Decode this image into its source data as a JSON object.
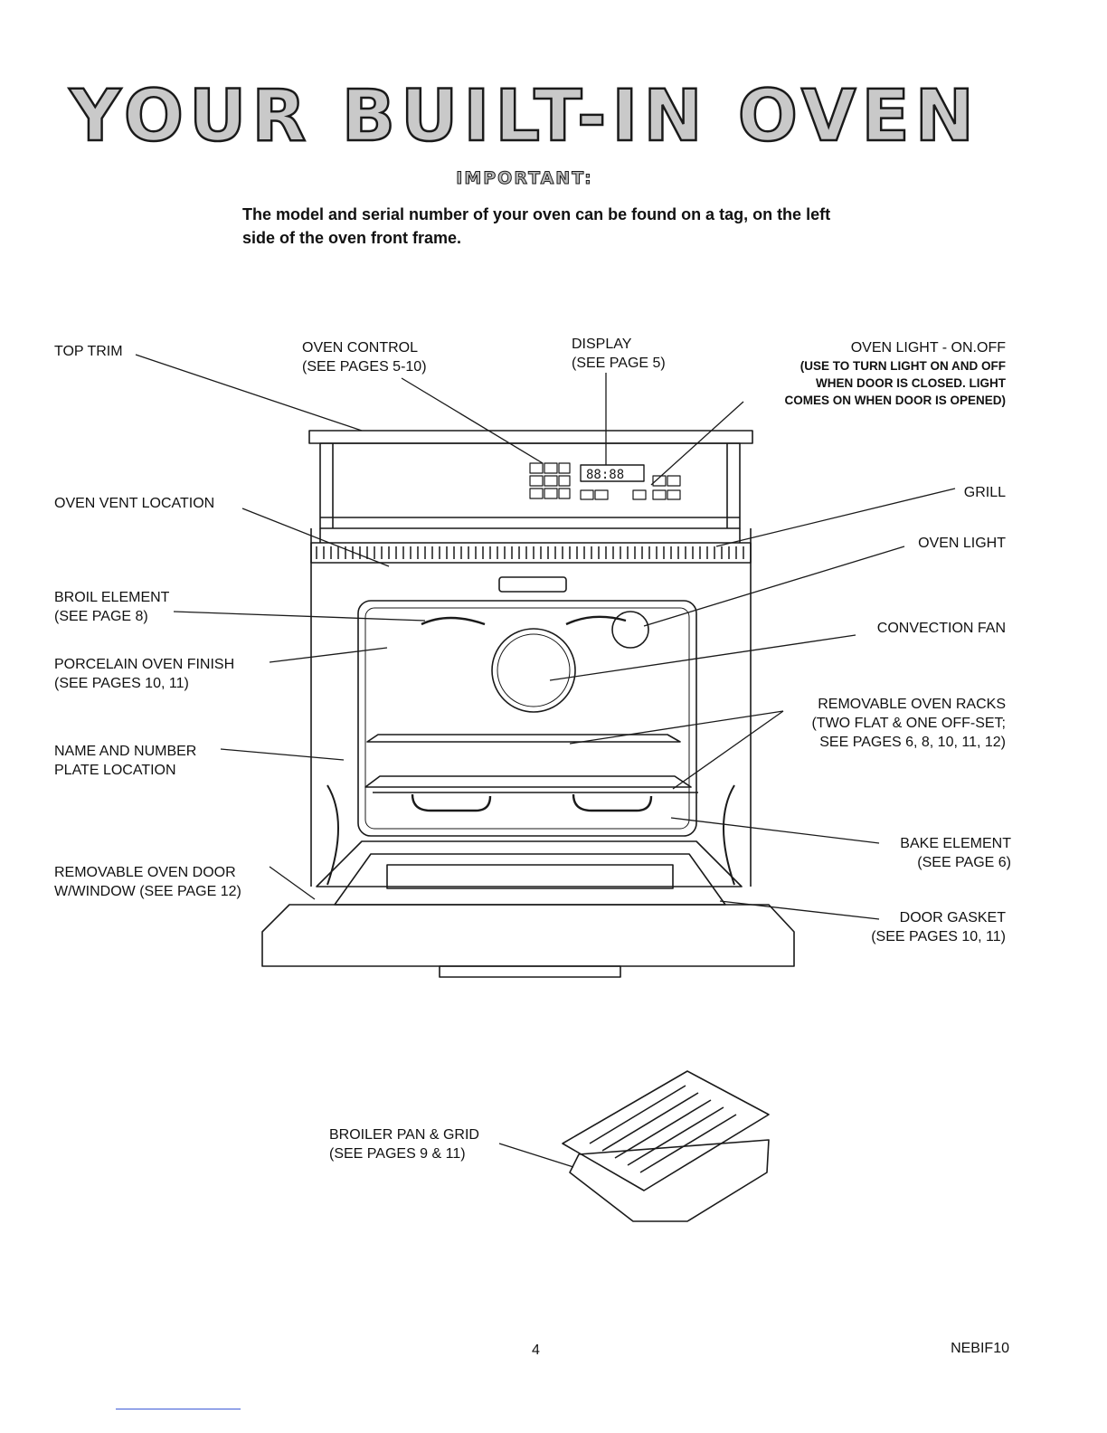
{
  "header": {
    "title": "YOUR BUILT-IN OVEN",
    "important": "IMPORTANT:",
    "intro": "The model and serial number of your oven can be found on a tag, on the left side of the oven front frame."
  },
  "labels": {
    "top_trim": [
      "TOP TRIM"
    ],
    "oven_control": [
      "OVEN CONTROL",
      "(SEE PAGES 5-10)"
    ],
    "display": [
      "DISPLAY",
      "(SEE PAGE 5)"
    ],
    "oven_light_on_off": [
      "OVEN LIGHT - ON.OFF",
      "(USE TO TURN LIGHT ON AND OFF",
      "WHEN DOOR IS CLOSED. LIGHT",
      "COMES ON WHEN DOOR IS OPENED)"
    ],
    "oven_vent_location": [
      "OVEN VENT LOCATION"
    ],
    "grill": [
      "GRILL"
    ],
    "oven_light": [
      "OVEN LIGHT"
    ],
    "broil_element": [
      "BROIL ELEMENT",
      "(SEE PAGE 8)"
    ],
    "convection_fan": [
      "CONVECTION FAN"
    ],
    "porcelain_oven_finish": [
      "PORCELAIN OVEN FINISH",
      "(SEE PAGES 10, 11)"
    ],
    "removable_oven_racks": [
      "REMOVABLE OVEN RACKS",
      "(TWO FLAT & ONE OFF-SET;",
      "SEE PAGES 6, 8, 10, 11, 12)"
    ],
    "name_number_plate": [
      "NAME AND NUMBER",
      "PLATE LOCATION"
    ],
    "bake_element": [
      "BAKE ELEMENT",
      "(SEE PAGE 6)"
    ],
    "removable_oven_door": [
      "REMOVABLE OVEN DOOR",
      "W/WINDOW (SEE PAGE 12)"
    ],
    "door_gasket": [
      "DOOR GASKET",
      "(SEE PAGES 10, 11)"
    ],
    "broiler_pan": [
      "BROILER PAN & GRID",
      "(SEE PAGES 9 & 11)"
    ]
  },
  "footer": {
    "page_number": "4",
    "doc_code": "NEBIF10"
  }
}
